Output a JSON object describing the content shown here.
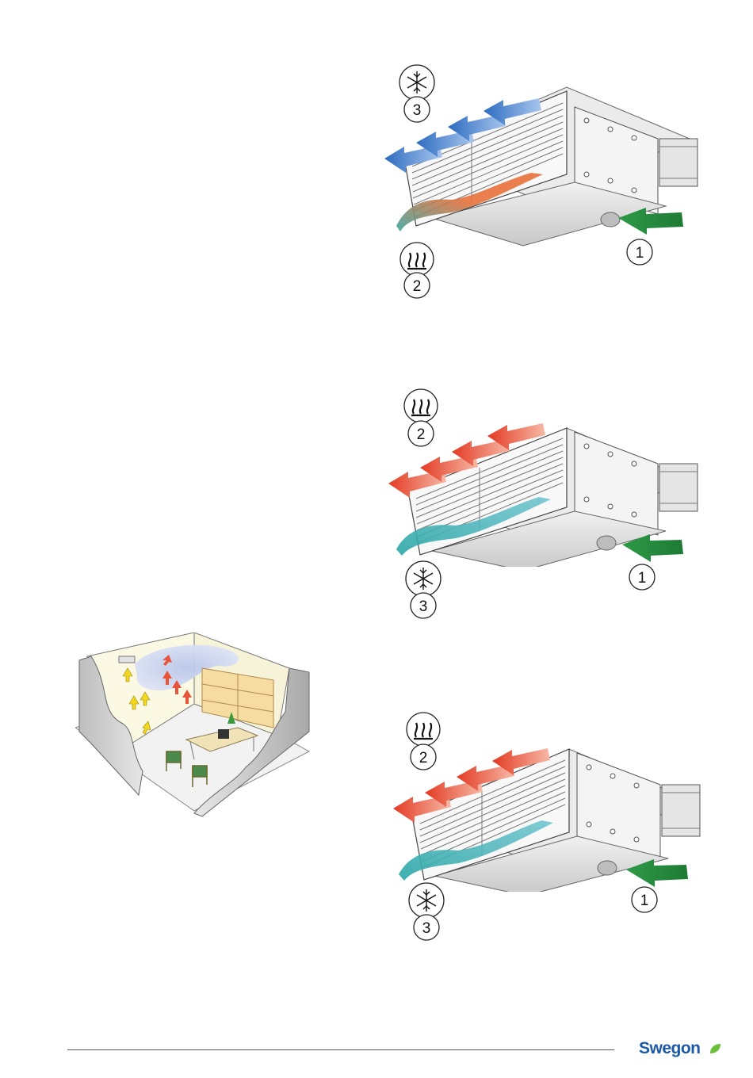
{
  "diagrams": [
    {
      "cold_number": "3",
      "heat_number": "2",
      "supply_number": "1"
    },
    {
      "cold_number": "3",
      "heat_number": "2",
      "supply_number": "1"
    },
    {
      "cold_number": "3",
      "heat_number": "2",
      "supply_number": "1"
    }
  ],
  "footer": {
    "logo_text": "Swegon"
  },
  "colors": {
    "cold": "#4a7bc8",
    "hot": "#e8432a",
    "supply": "#2e8b3e",
    "logo": "#1a5aa8",
    "leaf": "#6cbf3a"
  }
}
